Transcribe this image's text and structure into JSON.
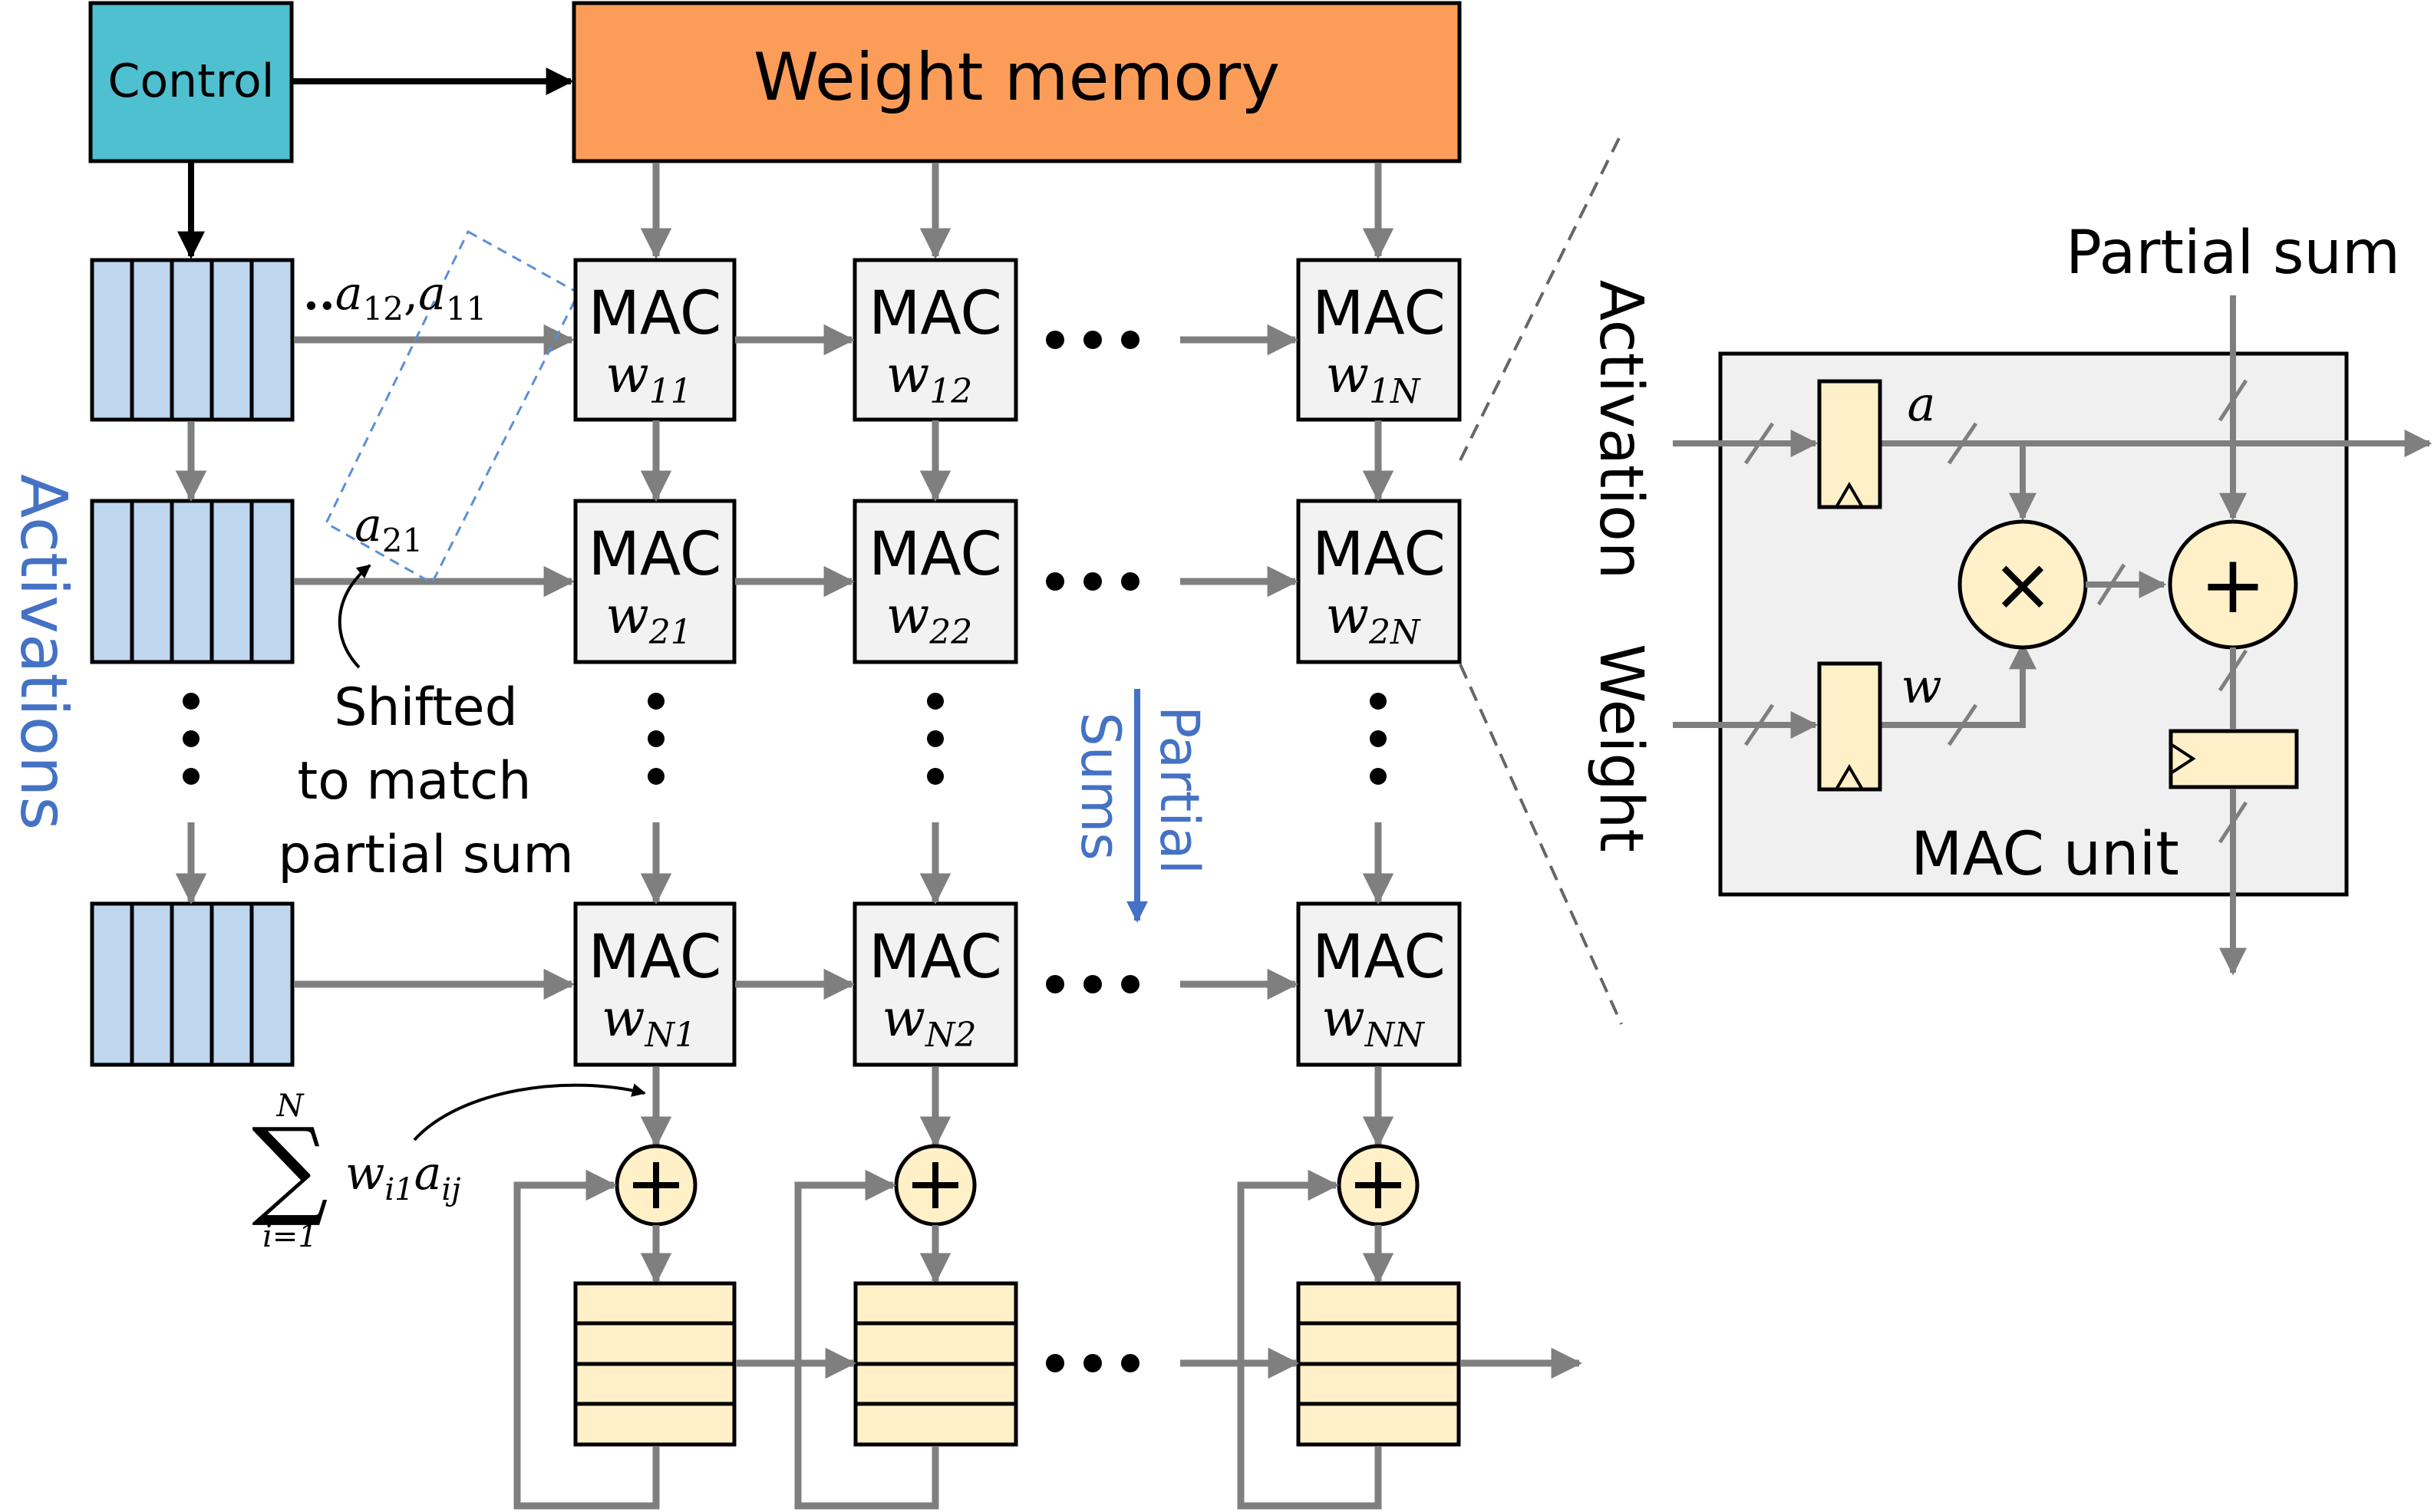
{
  "control": {
    "label": "Control"
  },
  "weight_memory": {
    "label": "Weight memory"
  },
  "side_labels": {
    "activations": "Activations",
    "partial_sums_line1": "Partial",
    "partial_sums_line2": "Sums"
  },
  "activation_labels": {
    "row1_dots": "..",
    "a12": "a",
    "a12_sub": "12",
    "comma": ",",
    "a11": "a",
    "a11_sub": "11",
    "a21": "a",
    "a21_sub": "21"
  },
  "shift_note": {
    "line1": "Shifted",
    "line2": "to match",
    "line3": "partial sum"
  },
  "mac_units": [
    {
      "label": "MAC",
      "w": "w",
      "sub": "11"
    },
    {
      "label": "MAC",
      "w": "w",
      "sub": "12"
    },
    {
      "label": "MAC",
      "w": "w",
      "sub": "1N"
    },
    {
      "label": "MAC",
      "w": "w",
      "sub": "21"
    },
    {
      "label": "MAC",
      "w": "w",
      "sub": "22"
    },
    {
      "label": "MAC",
      "w": "w",
      "sub": "2N"
    },
    {
      "label": "MAC",
      "w": "w",
      "sub": "N1"
    },
    {
      "label": "MAC",
      "w": "w",
      "sub": "N2"
    },
    {
      "label": "MAC",
      "w": "w",
      "sub": "NN"
    }
  ],
  "summation": {
    "upper": "N",
    "lower": "i=1",
    "term_w": "w",
    "term_w_sub": "i1",
    "term_a": "a",
    "term_a_sub": "ij"
  },
  "mac_detail": {
    "partial_sum": "Partial sum",
    "activation": "Activation",
    "weight": "Weight",
    "a": "a",
    "w": "w",
    "title": "MAC unit",
    "multiply": "×",
    "add": "+"
  },
  "colors": {
    "control": "#4fc0d0",
    "weight_memory": "#fb9d59",
    "activation_buffer": "#bed6ee",
    "accumulator": "#fff0c8",
    "mac_fill": "#f2f2f2",
    "mac_detail_fill": "#f0f0f0",
    "arrow_gray": "#7f7f7f",
    "label_blue": "#4472c4",
    "dashed_blue": "#5b8fd6"
  }
}
